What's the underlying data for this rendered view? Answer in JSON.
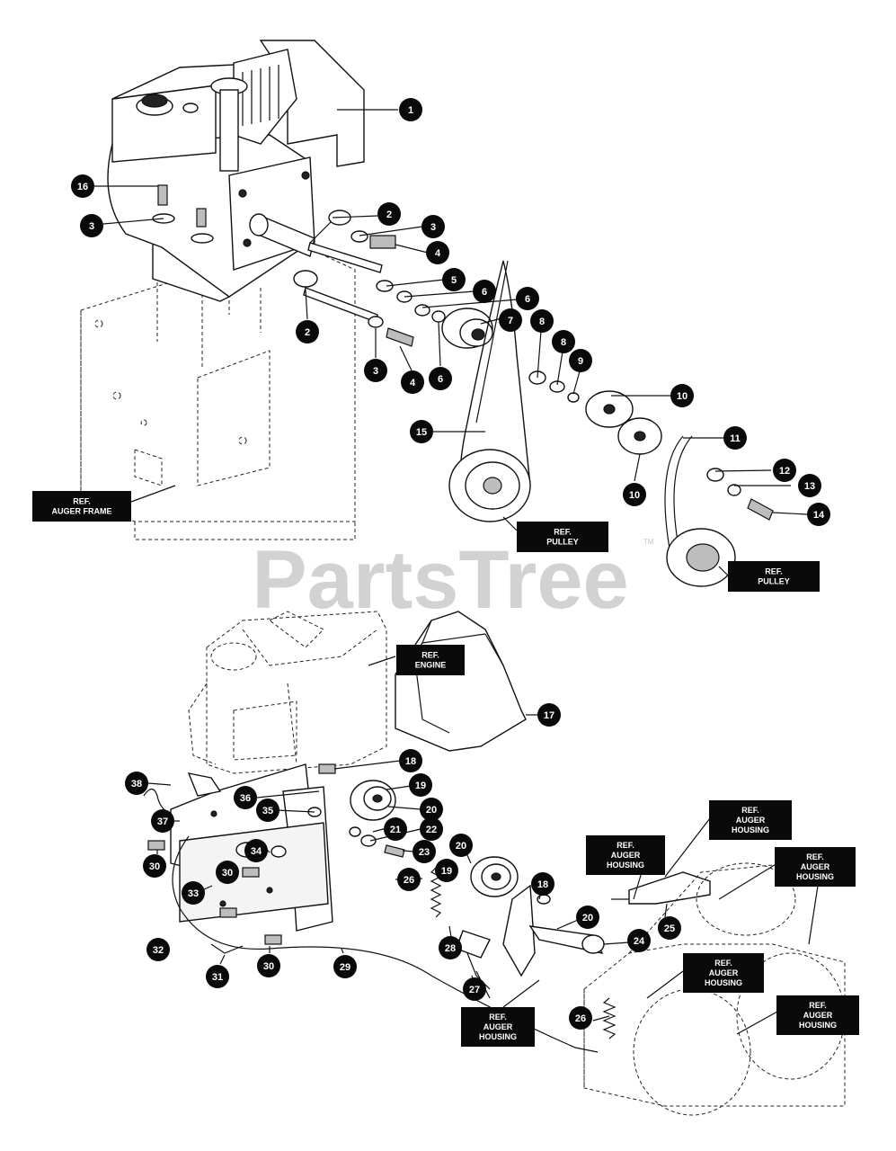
{
  "watermark": {
    "text": "PartsTree",
    "trademark": "TM"
  },
  "callouts": [
    {
      "n": "1"
    },
    {
      "n": "2"
    },
    {
      "n": "3"
    },
    {
      "n": "4"
    },
    {
      "n": "5"
    },
    {
      "n": "6"
    },
    {
      "n": "6"
    },
    {
      "n": "7"
    },
    {
      "n": "8"
    },
    {
      "n": "8"
    },
    {
      "n": "9"
    },
    {
      "n": "10"
    },
    {
      "n": "10"
    },
    {
      "n": "11"
    },
    {
      "n": "12"
    },
    {
      "n": "13"
    },
    {
      "n": "14"
    },
    {
      "n": "15"
    },
    {
      "n": "16"
    },
    {
      "n": "3"
    },
    {
      "n": "2"
    },
    {
      "n": "3"
    },
    {
      "n": "4"
    },
    {
      "n": "6"
    },
    {
      "n": "17"
    },
    {
      "n": "18"
    },
    {
      "n": "19"
    },
    {
      "n": "20"
    },
    {
      "n": "21"
    },
    {
      "n": "22"
    },
    {
      "n": "23"
    },
    {
      "n": "19"
    },
    {
      "n": "26"
    },
    {
      "n": "20"
    },
    {
      "n": "18"
    },
    {
      "n": "20"
    },
    {
      "n": "24"
    },
    {
      "n": "25"
    },
    {
      "n": "28"
    },
    {
      "n": "27"
    },
    {
      "n": "26"
    },
    {
      "n": "29"
    },
    {
      "n": "30"
    },
    {
      "n": "31"
    },
    {
      "n": "32"
    },
    {
      "n": "33"
    },
    {
      "n": "30"
    },
    {
      "n": "34"
    },
    {
      "n": "30"
    },
    {
      "n": "35"
    },
    {
      "n": "36"
    },
    {
      "n": "37"
    },
    {
      "n": "38"
    }
  ],
  "ref_labels": [
    {
      "line1": "REF.",
      "line2": "AUGER FRAME"
    },
    {
      "line1": "REF.",
      "line2": "PULLEY"
    },
    {
      "line1": "REF.",
      "line2": "PULLEY"
    },
    {
      "line1": "REF.",
      "line2": "ENGINE"
    },
    {
      "line1": "REF.",
      "line2": "AUGER",
      "line3": "HOUSING"
    },
    {
      "line1": "REF.",
      "line2": "AUGER",
      "line3": "HOUSING"
    },
    {
      "line1": "REF.",
      "line2": "AUGER",
      "line3": "HOUSING"
    },
    {
      "line1": "REF.",
      "line2": "AUGER",
      "line3": "HOUSING"
    },
    {
      "line1": "REF.",
      "line2": "AUGER",
      "line3": "HOUSING"
    },
    {
      "line1": "REF.",
      "line2": "AUGER",
      "line3": "HOUSING"
    }
  ]
}
